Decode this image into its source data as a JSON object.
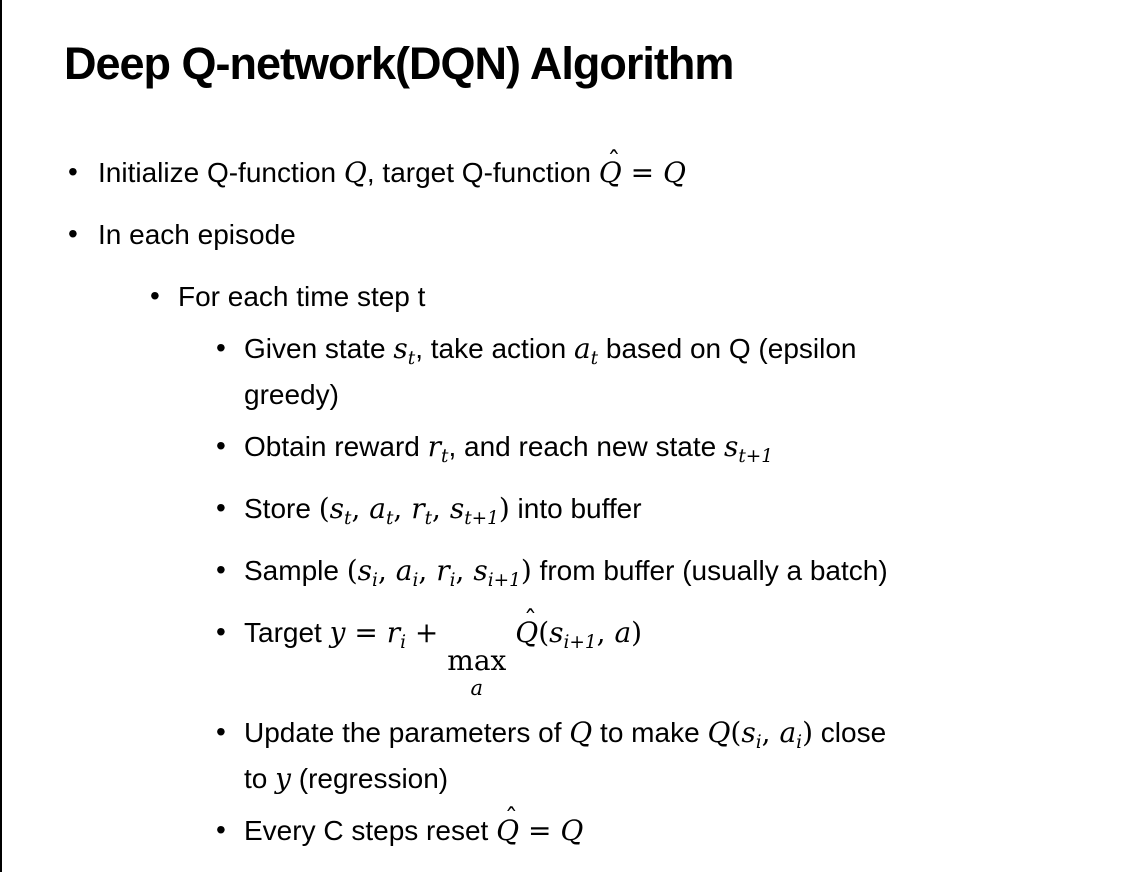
{
  "colors": {
    "background": "#ffffff",
    "text": "#000000",
    "border_left": "#000000"
  },
  "slide": {
    "title": "Deep Q-network(DQN) Algorithm",
    "bullets": [
      {
        "level": 1,
        "tokens": [
          {
            "k": "txt",
            "v": "Initialize Q-function "
          },
          {
            "k": "var",
            "v": "Q"
          },
          {
            "k": "txt",
            "v": ", target Q-function "
          },
          {
            "k": "hat",
            "v": "Q"
          },
          {
            "k": "math",
            "v": " = "
          },
          {
            "k": "var",
            "v": "Q"
          }
        ]
      },
      {
        "level": 1,
        "tokens": [
          {
            "k": "txt",
            "v": "In each episode"
          }
        ]
      },
      {
        "level": 2,
        "tokens": [
          {
            "k": "txt",
            "v": "For each time step t"
          }
        ]
      },
      {
        "level": 3,
        "tokens": [
          {
            "k": "txt",
            "v": "Given state "
          },
          {
            "k": "var",
            "v": "s",
            "sub": "t"
          },
          {
            "k": "txt",
            "v": ", take action "
          },
          {
            "k": "var",
            "v": "a",
            "sub": "t"
          },
          {
            "k": "txt",
            "v": " based on Q (epsilon"
          },
          {
            "k": "br"
          },
          {
            "k": "txt",
            "v": "greedy)"
          }
        ]
      },
      {
        "level": 3,
        "tokens": [
          {
            "k": "txt",
            "v": "Obtain reward "
          },
          {
            "k": "var",
            "v": "r",
            "sub": "t"
          },
          {
            "k": "txt",
            "v": ", and reach new state "
          },
          {
            "k": "var",
            "v": "s",
            "sub": "t+1"
          }
        ]
      },
      {
        "level": 3,
        "tokens": [
          {
            "k": "txt",
            "v": "Store "
          },
          {
            "k": "math",
            "v": "("
          },
          {
            "k": "var",
            "v": "s",
            "sub": "t"
          },
          {
            "k": "math",
            "v": ", "
          },
          {
            "k": "var",
            "v": "a",
            "sub": "t"
          },
          {
            "k": "math",
            "v": ", "
          },
          {
            "k": "var",
            "v": "r",
            "sub": "t"
          },
          {
            "k": "math",
            "v": ", "
          },
          {
            "k": "var",
            "v": "s",
            "sub": "t+1"
          },
          {
            "k": "math",
            "v": ")"
          },
          {
            "k": "txt",
            "v": " into buffer"
          }
        ]
      },
      {
        "level": 3,
        "tokens": [
          {
            "k": "txt",
            "v": "Sample "
          },
          {
            "k": "math",
            "v": "("
          },
          {
            "k": "var",
            "v": "s",
            "sub": "i"
          },
          {
            "k": "math",
            "v": ", "
          },
          {
            "k": "var",
            "v": "a",
            "sub": "i"
          },
          {
            "k": "math",
            "v": ", "
          },
          {
            "k": "var",
            "v": "r",
            "sub": "i"
          },
          {
            "k": "math",
            "v": ", "
          },
          {
            "k": "var",
            "v": "s",
            "sub": "i+1"
          },
          {
            "k": "math",
            "v": ")"
          },
          {
            "k": "txt",
            "v": " from buffer (usually a batch)"
          }
        ]
      },
      {
        "level": 3,
        "tokens": [
          {
            "k": "txt",
            "v": "Target "
          },
          {
            "k": "var",
            "v": "y"
          },
          {
            "k": "math",
            "v": " = "
          },
          {
            "k": "var",
            "v": "r",
            "sub": "i"
          },
          {
            "k": "math",
            "v": " + "
          },
          {
            "k": "munder",
            "base": "max",
            "under": "a"
          },
          {
            "k": "math",
            "v": " "
          },
          {
            "k": "hat",
            "v": "Q"
          },
          {
            "k": "math",
            "v": "("
          },
          {
            "k": "var",
            "v": "s",
            "sub": "i+1"
          },
          {
            "k": "math",
            "v": ", "
          },
          {
            "k": "var",
            "v": "a"
          },
          {
            "k": "math",
            "v": ")"
          }
        ]
      },
      {
        "level": 3,
        "tokens": [
          {
            "k": "txt",
            "v": "Update the parameters of "
          },
          {
            "k": "var",
            "v": "Q"
          },
          {
            "k": "txt",
            "v": " to make "
          },
          {
            "k": "var",
            "v": "Q"
          },
          {
            "k": "math",
            "v": "("
          },
          {
            "k": "var",
            "v": "s",
            "sub": "i"
          },
          {
            "k": "math",
            "v": ", "
          },
          {
            "k": "var",
            "v": "a",
            "sub": "i"
          },
          {
            "k": "math",
            "v": ")"
          },
          {
            "k": "txt",
            "v": " close"
          },
          {
            "k": "br"
          },
          {
            "k": "txt",
            "v": "to "
          },
          {
            "k": "var",
            "v": "y"
          },
          {
            "k": "txt",
            "v": " (regression)"
          }
        ]
      },
      {
        "level": 3,
        "tokens": [
          {
            "k": "txt",
            "v": "Every C steps reset "
          },
          {
            "k": "hat",
            "v": "Q"
          },
          {
            "k": "math",
            "v": " = "
          },
          {
            "k": "var",
            "v": "Q"
          }
        ]
      }
    ],
    "bullet_marker": "•",
    "hat_accent": "ˆ"
  }
}
